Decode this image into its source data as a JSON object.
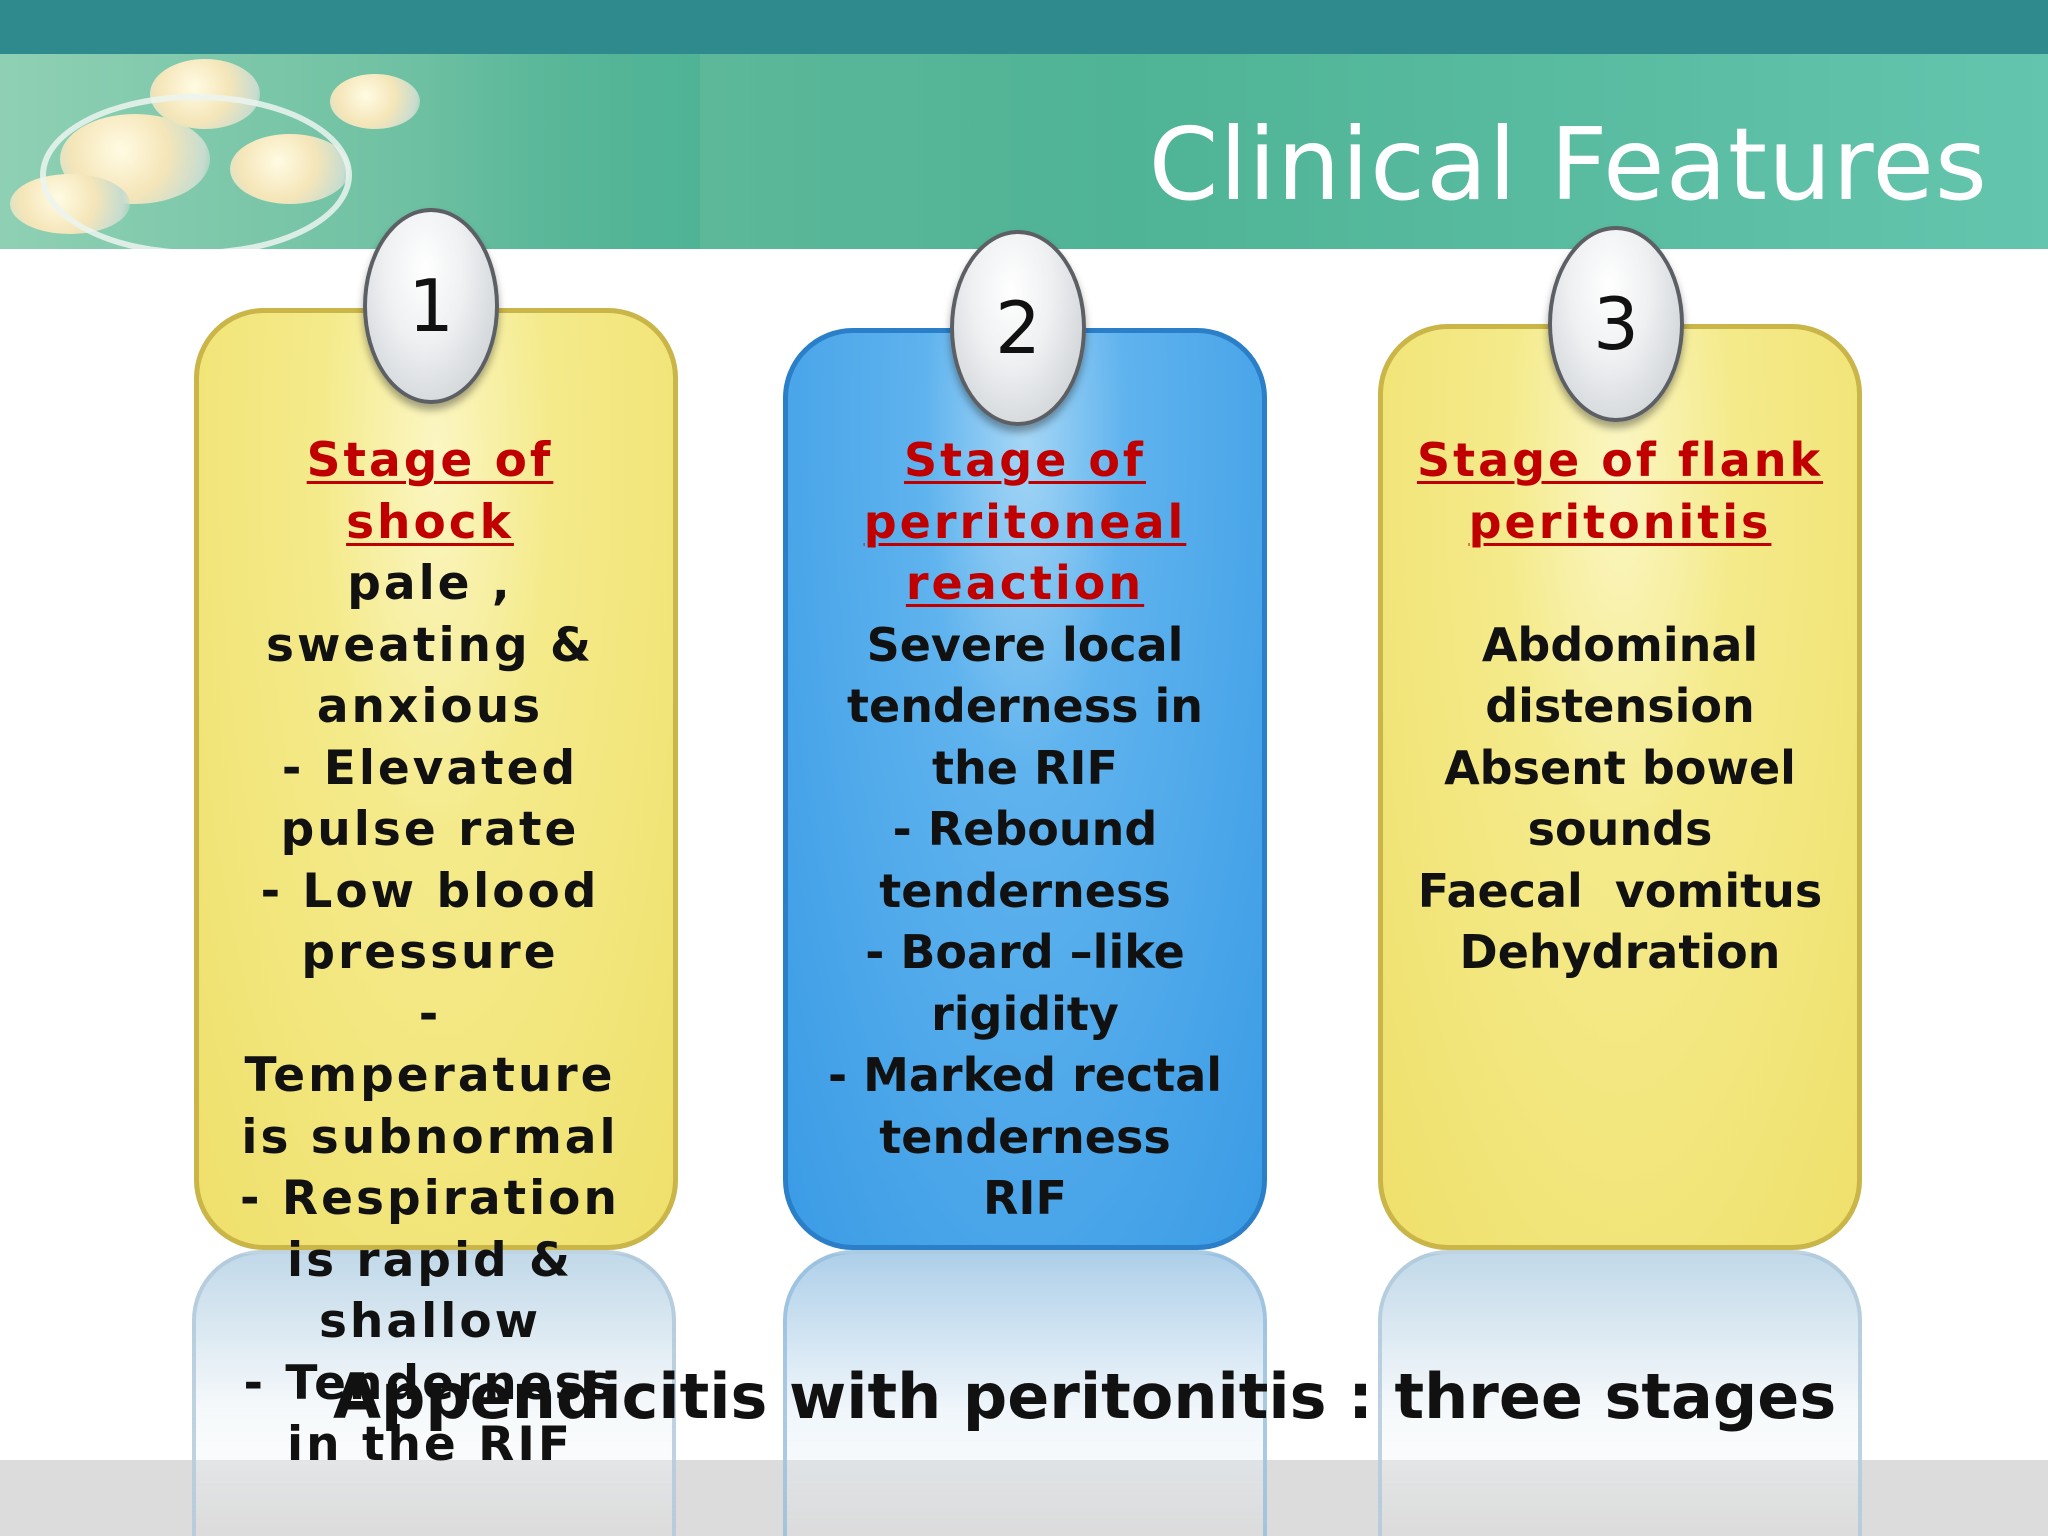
{
  "slide": {
    "title": "Clinical Features",
    "caption": "Appendicitis with peritonitis : three stages"
  },
  "stages": [
    {
      "number": "1",
      "heading_lines": [
        "Stage of",
        "shock"
      ],
      "body_lines": [
        "pale ,",
        "sweating &",
        "anxious",
        "- Elevated",
        "pulse rate",
        "- Low blood",
        "pressure",
        "-",
        "Temperature",
        "is subnormal",
        "- Respiration",
        "is rapid &",
        "shallow",
        "- Tenderness",
        "in the RIF"
      ]
    },
    {
      "number": "2",
      "heading_lines": [
        "Stage of",
        "perritoneal",
        "reaction"
      ],
      "body_lines": [
        "Severe local",
        "tenderness in",
        "the RIF",
        "- Rebound",
        "tenderness",
        "- Board –like",
        "rigidity",
        "- Marked rectal",
        "tenderness",
        "RIF"
      ]
    },
    {
      "number": "3",
      "heading_lines": [
        "Stage of flank",
        "peritonitis"
      ],
      "body_lines": [
        "Abdominal",
        "distension",
        "Absent bowel",
        "sounds",
        "Faecal  vomitus",
        "Dehydration"
      ]
    }
  ],
  "colors": {
    "header_teal": "#2f8a8e",
    "banner_green": "#4fb395",
    "card_yellow": "#efe06b",
    "card_blue": "#3a9be5",
    "heading_red": "#c00000"
  }
}
